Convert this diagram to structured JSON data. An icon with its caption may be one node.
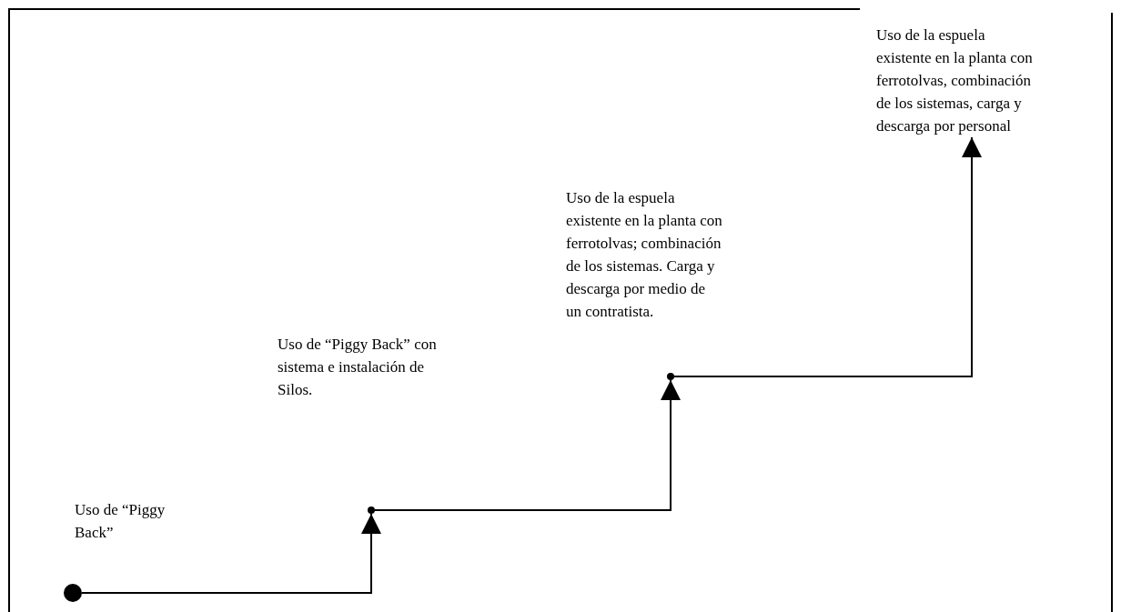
{
  "diagram": {
    "nodes": [
      {
        "text": [],
        "shape": "circle"
      },
      {
        "text": [],
        "shape": "circle"
      },
      {
        "text": [],
        "shape": "circle"
      },
      {
        "text": [
          "Uso de la espuela existente en la planta con ferrotolvas, combinación de los sistemas, carga y descarga por personal"
        ]
      }
    ],
    "edges": [
      {
        "from": 0,
        "to": 1,
        "arrow": "to"
      },
      {
        "from": 1,
        "to": 2,
        "arrow": "to"
      },
      {
        "from": 2,
        "to": 3,
        "arrow": "to"
      }
    ],
    "labels": [
      "Uso de “Piggy Back”",
      "Uso de “Piggy Back” con sistema e instalación de Silos.",
      "Uso de la espuela existente en la planta con ferrotolvas; combinación de los sistemas. Carga y descarga por medio de un contratista."
    ]
  }
}
